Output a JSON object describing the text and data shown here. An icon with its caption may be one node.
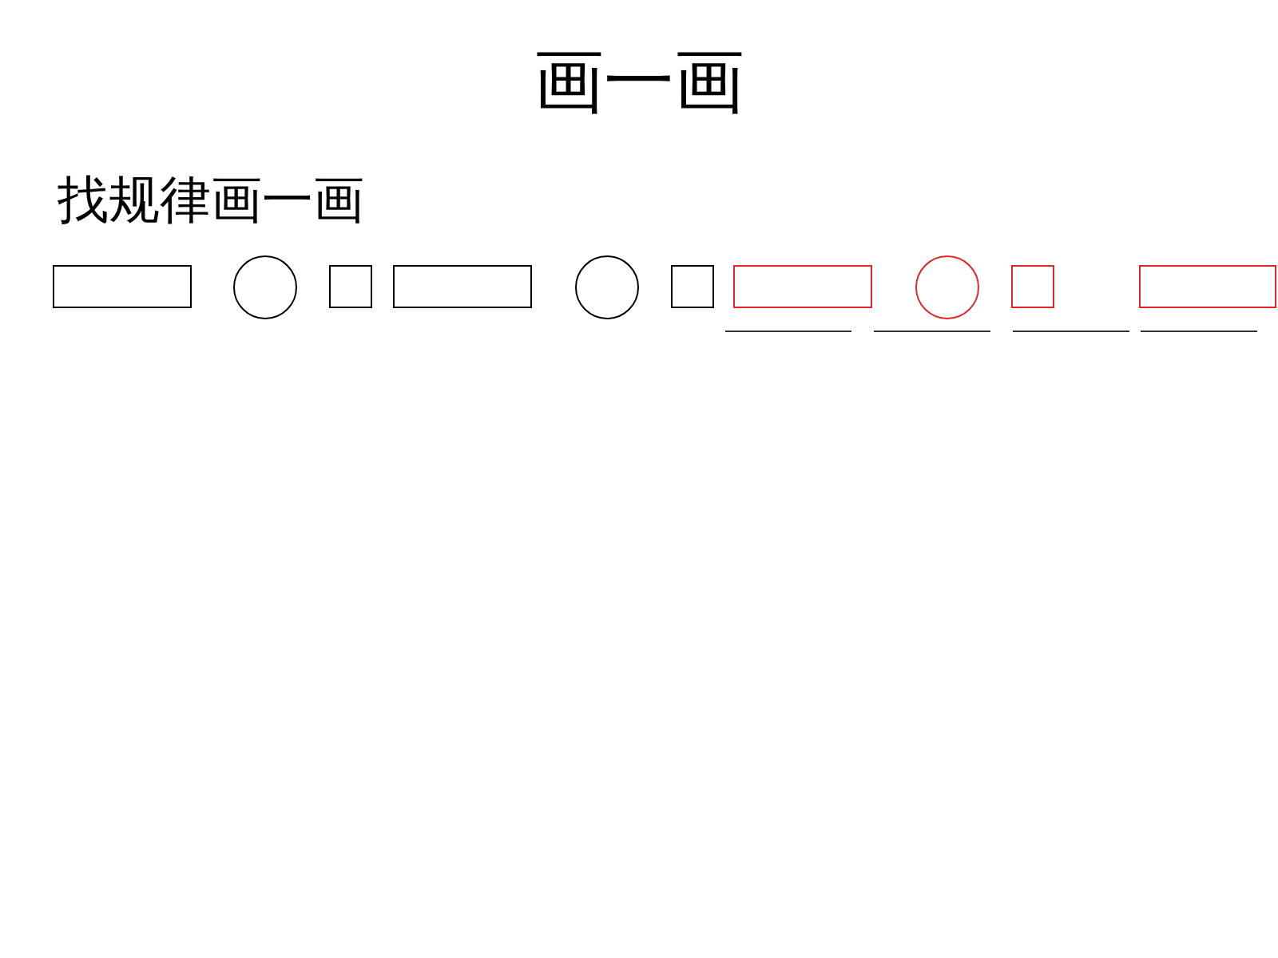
{
  "diagram": {
    "title": "画一画",
    "nodes": [
      {
        "text": [],
        "shape": "box"
      },
      {
        "text": [],
        "shape": "circle"
      },
      {
        "text": [],
        "shape": "box"
      },
      {
        "text": [],
        "shape": "box"
      },
      {
        "text": [],
        "shape": "circle"
      },
      {
        "text": [],
        "shape": "box"
      },
      {
        "text": [],
        "shape": "box"
      },
      {
        "text": [],
        "shape": "circle"
      },
      {
        "text": [],
        "shape": "box"
      },
      {
        "text": [],
        "shape": "box"
      }
    ],
    "labels": [
      "找规律画一画"
    ]
  }
}
